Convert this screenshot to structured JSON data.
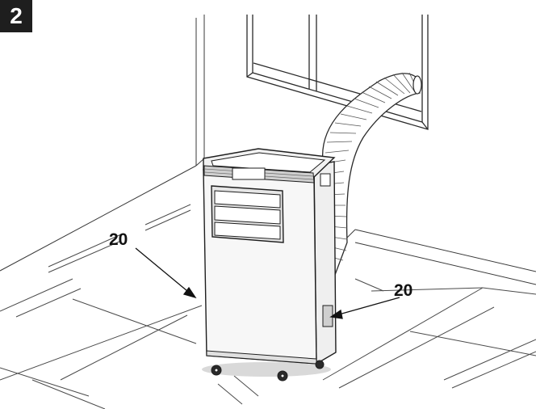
{
  "figure": {
    "number": "2"
  },
  "callouts": [
    {
      "label": "20",
      "target": "lower-left-side-grille"
    },
    {
      "label": "20",
      "target": "rear-lower-filter"
    }
  ],
  "colors": {
    "ink": "#1e1e1e",
    "badge_background": "#1e1e1e",
    "badge_text": "#ffffff",
    "unit_body": "#f7f7f7",
    "shadow": "#d9d9d9"
  }
}
